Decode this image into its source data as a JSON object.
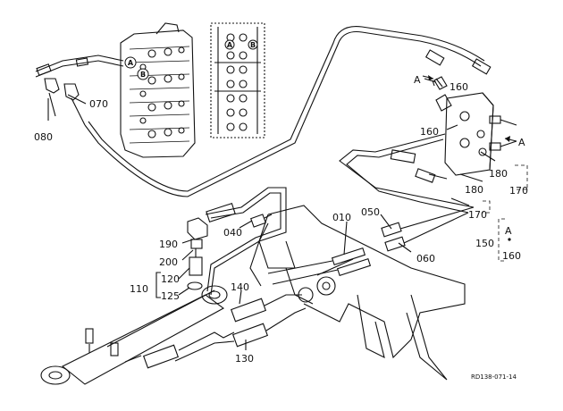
{
  "callouts": {
    "p070": "070",
    "p080": "080",
    "p160_top": "160",
    "p160_mid": "160",
    "p180_a": "180",
    "p180_b": "180",
    "p170_a": "170",
    "p170_b": "170",
    "p010": "010",
    "p050": "050",
    "p060": "060",
    "p040": "040",
    "p190": "190",
    "p200": "200",
    "p120": "120",
    "p110": "110",
    "p125": "125",
    "p140": "140",
    "p130": "130",
    "p150": "150",
    "p160_legend": "160"
  },
  "markers": {
    "a_left": "A",
    "a_right": "A",
    "a_legend": "A",
    "valve_a": "A",
    "valve_b": "B",
    "detail_a": "A",
    "detail_b": "B"
  },
  "drawing_code": "RD138-071-14"
}
